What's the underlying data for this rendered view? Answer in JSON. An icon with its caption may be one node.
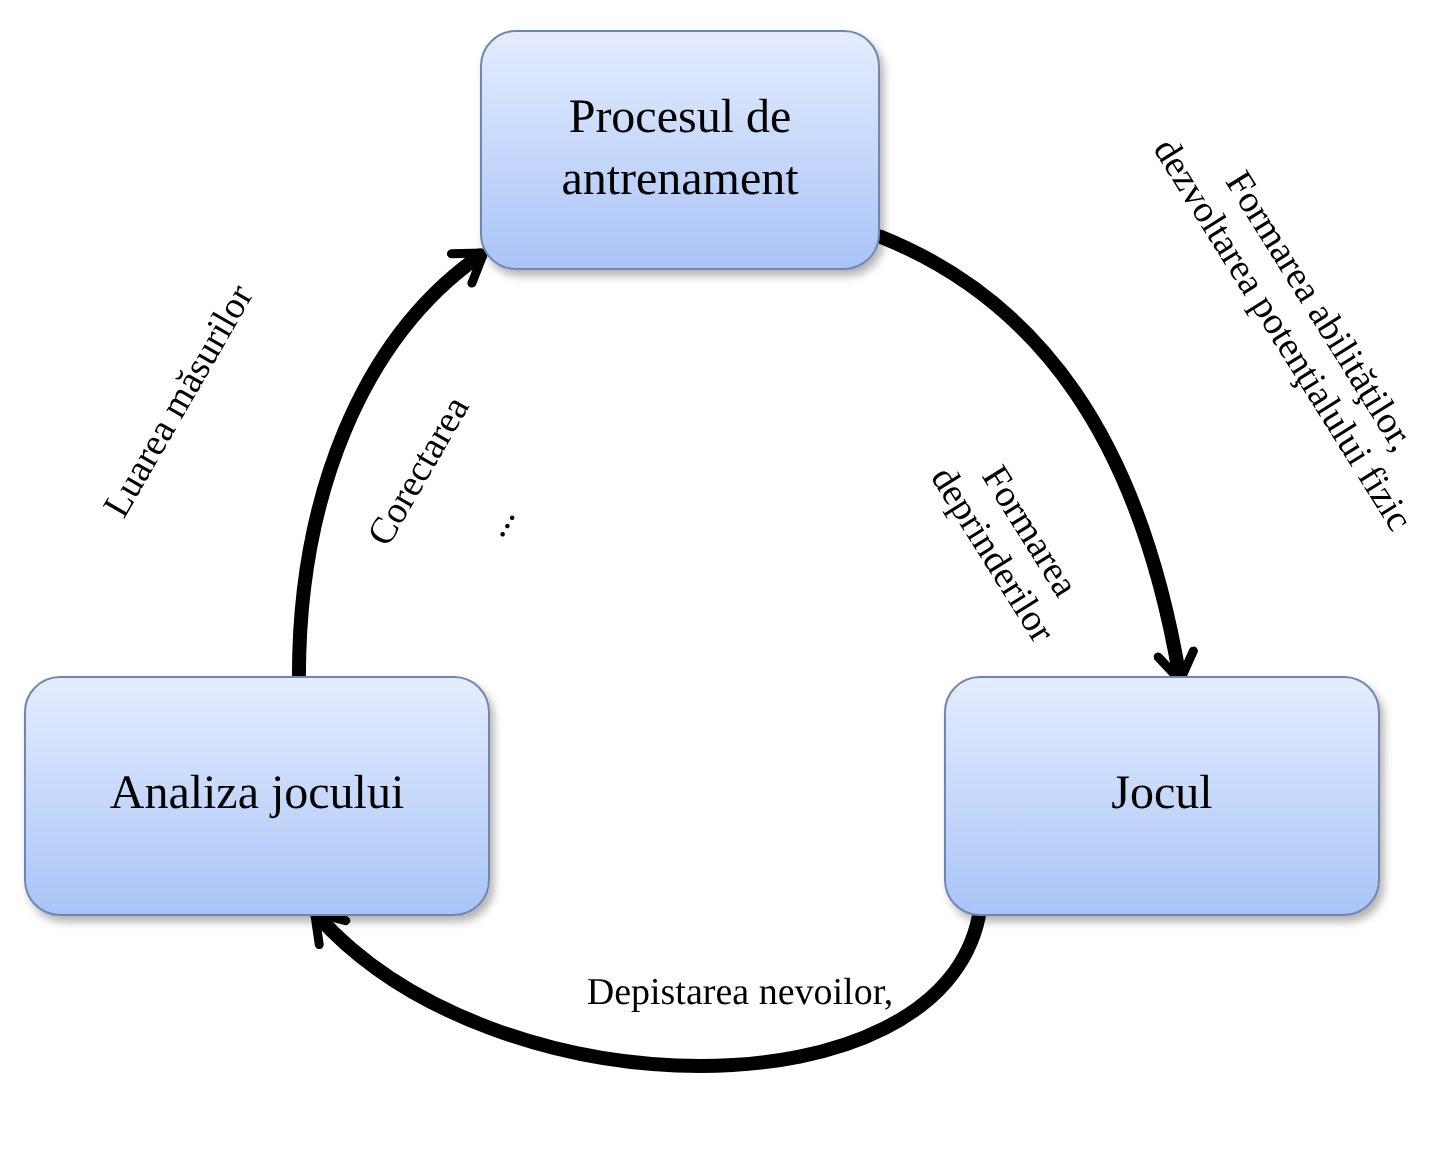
{
  "diagram": {
    "nodes": [
      {
        "text": [
          "Procesul de antrenament"
        ]
      },
      {
        "text": [
          "Jocul"
        ]
      },
      {
        "text": [
          "Analiza jocului"
        ]
      }
    ],
    "edges": [
      {
        "from": 0,
        "to": 1,
        "arrow": "to"
      },
      {
        "from": 1,
        "to": 2,
        "arrow": "to"
      },
      {
        "from": 2,
        "to": 0,
        "arrow": "to"
      }
    ],
    "labels": [
      "Luarea măsurilor",
      "Corectarea",
      "...",
      "Formarea abilităţilor, dezvoltarea potenţialului fizic",
      "Formarea deprinderilor",
      "Depistarea nevoilor,"
    ]
  }
}
